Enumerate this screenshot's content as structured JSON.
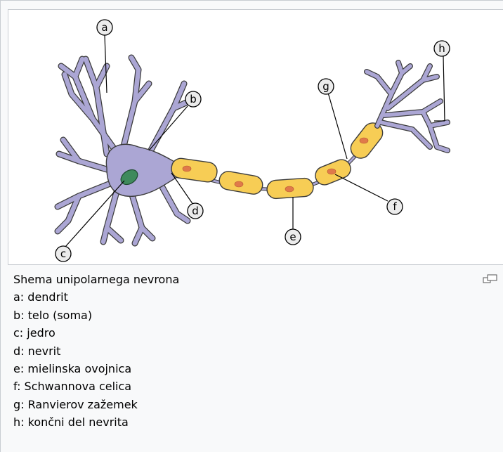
{
  "diagram": {
    "labels": [
      "a",
      "b",
      "c",
      "d",
      "e",
      "f",
      "g",
      "h"
    ],
    "colors": {
      "neuron": "#aba6d4",
      "neuron_outline": "#3c3c3c",
      "myelin": "#f7cd55",
      "myelin_outline": "#3c3c3c",
      "schwann_nucleus": "#e07a4a",
      "nucleus": "#3f8a5c",
      "label_fill": "#ececec"
    }
  },
  "caption": {
    "title": "Shema unipolarnega nevrona",
    "lines": [
      "a: dendrit",
      "b: telo (soma)",
      "c: jedro",
      "d: nevrit",
      "e: mielinska ovojnica",
      "f: Schwannova celica",
      "g: Ranvierov zažemek",
      "h: končni del nevrita"
    ]
  },
  "icons": {
    "enlarge": "magnify-icon"
  }
}
